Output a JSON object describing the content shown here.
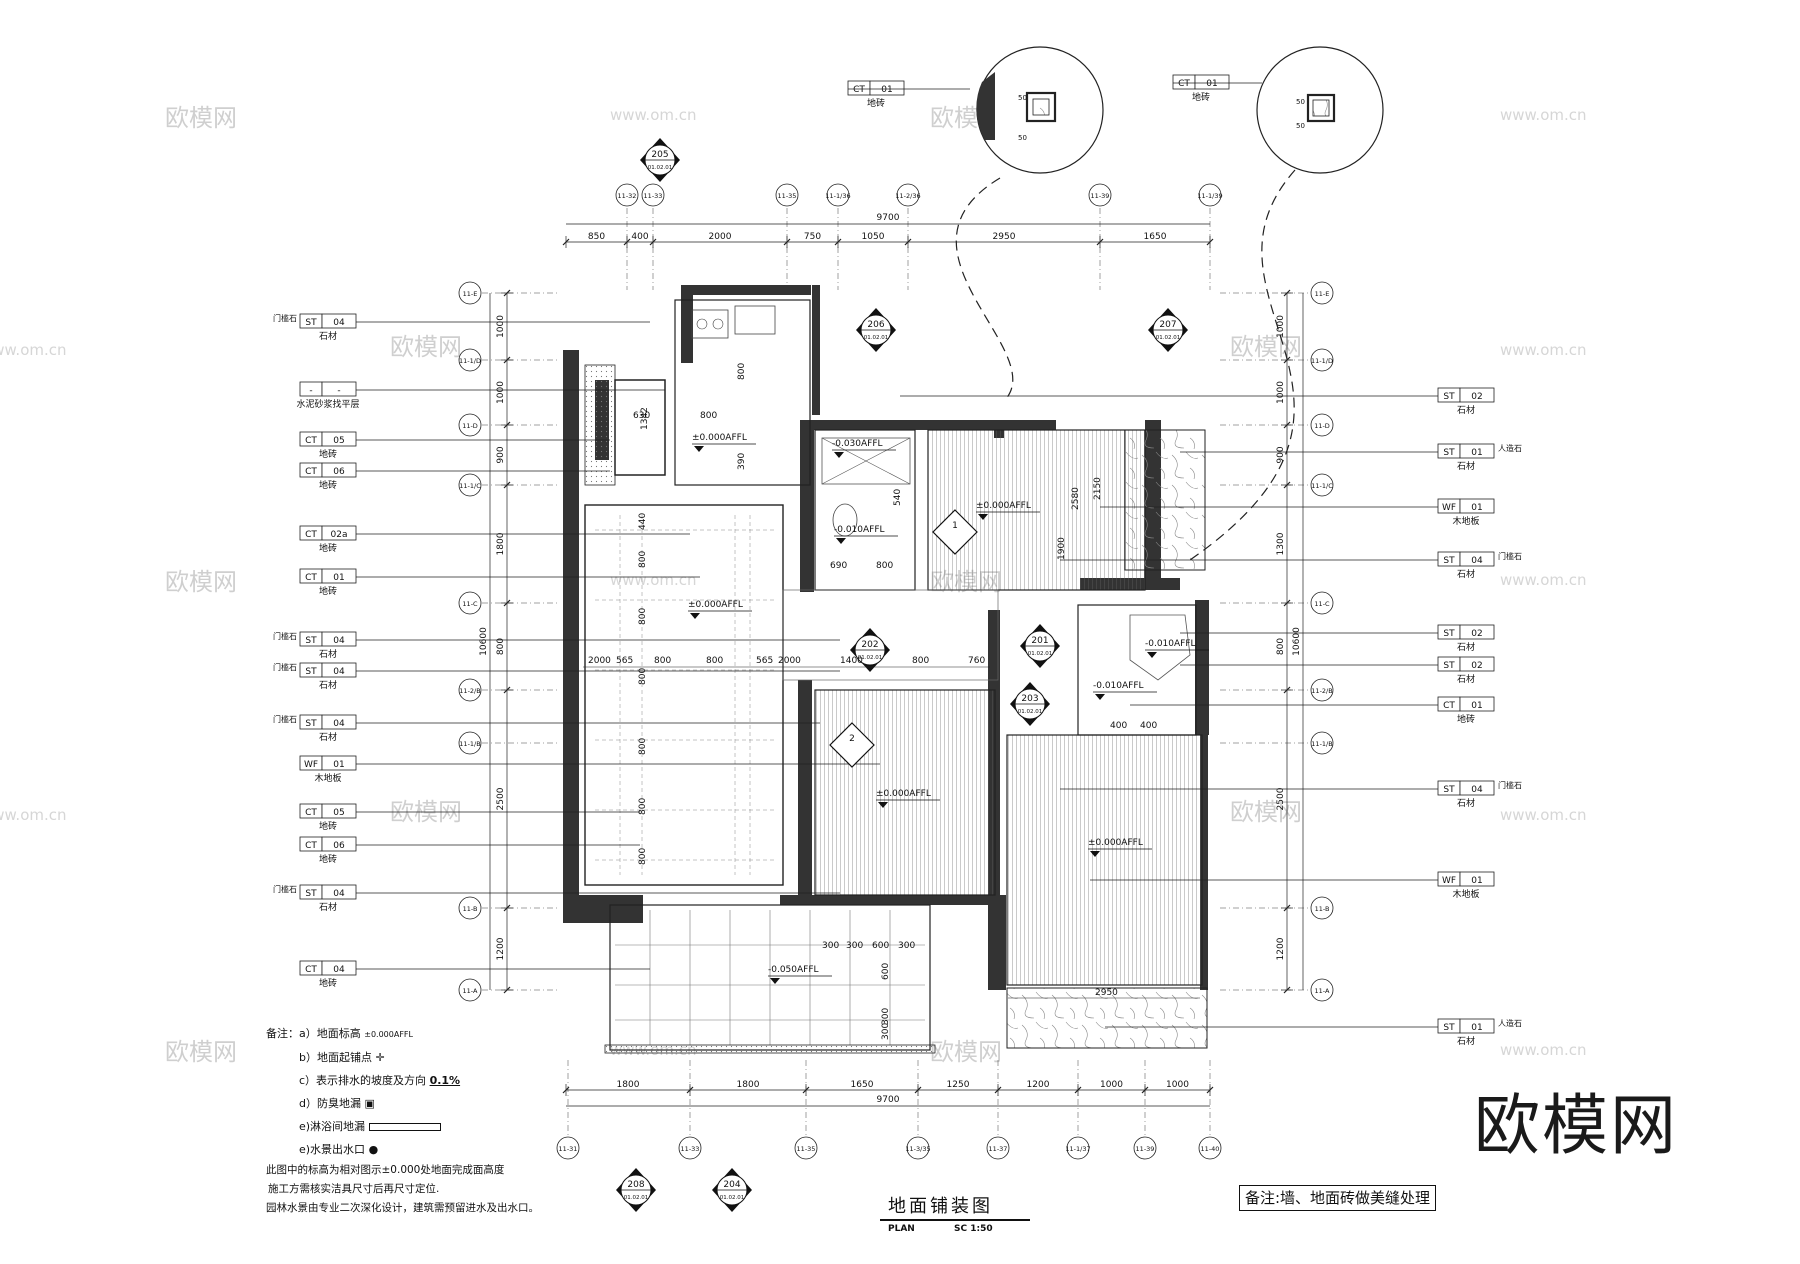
{
  "title": "地面铺装图",
  "plan_label": "PLAN",
  "scale_label": "SC 1:50",
  "brand": "欧模网",
  "watermark_text": "欧模网",
  "watermark_url": "www.om.cn",
  "remark": "备注:墙、地面砖做美缝处理",
  "notes": {
    "header": "备注：a）地面标高",
    "a_symbol": "±0.000AFFL",
    "b": "b）地面起铺点",
    "c": "c）表示排水的坡度及方向",
    "c_value": "0.1%",
    "d": "d）防臭地漏",
    "e1": "e)淋浴间地漏",
    "e2": "e)水景出水口",
    "p1": "此图中的标高为相对图示±0.000处地面完成面高度",
    "p2": "施工方需核实洁具尺寸后再尺寸定位.",
    "p3": "园林水景由专业二次深化设计，建筑需预留进水及出水口。"
  },
  "top_dims": [
    "850",
    "400",
    "2000",
    "750",
    "1050",
    "2950",
    "1650"
  ],
  "top_total": "9700",
  "bottom_dims": [
    "1800",
    "1800",
    "1650",
    "1250",
    "1200",
    "1000",
    "1000"
  ],
  "bottom_total": "9700",
  "top_axes": [
    "11-32",
    "11-33",
    "11-35",
    "11-1/36",
    "11-2/36",
    "11-39",
    "11-1/39"
  ],
  "bottom_axes": [
    "11-31",
    "11-33",
    "11-35",
    "11-3/35",
    "11-37",
    "11-1/37",
    "11-39",
    "11-40"
  ],
  "left_axes": [
    "11-E",
    "11-1/D",
    "11-D",
    "11-1/C",
    "11-C",
    "11-2/B",
    "11-1/B",
    "11-B",
    "11-A"
  ],
  "left_dims": [
    "1000",
    "1000",
    "900",
    "1800",
    "800",
    "2500",
    "1200"
  ],
  "left_total": "10600",
  "right_dims": [
    "1000",
    "1000",
    "900",
    "1300",
    "800",
    "2500",
    "1200"
  ],
  "right_total": "10600",
  "left_tags": [
    {
      "code": "ST",
      "num": "04",
      "label": "石材",
      "note": "门槛石"
    },
    {
      "code": "-",
      "num": "-",
      "label": "水泥砂浆找平层",
      "note": ""
    },
    {
      "code": "CT",
      "num": "05",
      "label": "地砖",
      "note": ""
    },
    {
      "code": "CT",
      "num": "06",
      "label": "地砖",
      "note": ""
    },
    {
      "code": "CT",
      "num": "02a",
      "label": "地砖",
      "note": ""
    },
    {
      "code": "CT",
      "num": "01",
      "label": "地砖",
      "note": ""
    },
    {
      "code": "ST",
      "num": "04",
      "label": "石材",
      "note": "门槛石"
    },
    {
      "code": "ST",
      "num": "04",
      "label": "石材",
      "note": "门槛石"
    },
    {
      "code": "ST",
      "num": "04",
      "label": "石材",
      "note": "门槛石"
    },
    {
      "code": "WF",
      "num": "01",
      "label": "木地板",
      "note": ""
    },
    {
      "code": "CT",
      "num": "05",
      "label": "地砖",
      "note": ""
    },
    {
      "code": "CT",
      "num": "06",
      "label": "地砖",
      "note": ""
    },
    {
      "code": "ST",
      "num": "04",
      "label": "石材",
      "note": "门槛石"
    },
    {
      "code": "CT",
      "num": "04",
      "label": "地砖",
      "note": ""
    }
  ],
  "right_tags": [
    {
      "code": "ST",
      "num": "02",
      "label": "石材",
      "note": ""
    },
    {
      "code": "ST",
      "num": "01",
      "label": "石材",
      "note": "人造石"
    },
    {
      "code": "WF",
      "num": "01",
      "label": "木地板",
      "note": ""
    },
    {
      "code": "ST",
      "num": "04",
      "label": "石材",
      "note": "门槛石"
    },
    {
      "code": "ST",
      "num": "02",
      "label": "石材",
      "note": ""
    },
    {
      "code": "ST",
      "num": "02",
      "label": "石材",
      "note": ""
    },
    {
      "code": "CT",
      "num": "01",
      "label": "地砖",
      "note": ""
    },
    {
      "code": "ST",
      "num": "04",
      "label": "石材",
      "note": "门槛石"
    },
    {
      "code": "WF",
      "num": "01",
      "label": "木地板",
      "note": ""
    },
    {
      "code": "ST",
      "num": "01",
      "label": "石材",
      "note": "人造石"
    }
  ],
  "detail_tags": [
    {
      "code": "CT",
      "num": "01",
      "label": "地砖"
    },
    {
      "code": "CT",
      "num": "01",
      "label": "地砖"
    }
  ],
  "elevations": [
    {
      "id": "e1",
      "text": "±0.000AFFL"
    },
    {
      "id": "e2",
      "text": "-0.030AFFL"
    },
    {
      "id": "e3",
      "text": "±0.000AFFL"
    },
    {
      "id": "e4",
      "text": "-0.010AFFL"
    },
    {
      "id": "e5",
      "text": "±0.000AFFL"
    },
    {
      "id": "e6",
      "text": "±0.000AFFL"
    },
    {
      "id": "e7",
      "text": "±0.000AFFL"
    },
    {
      "id": "e8",
      "text": "-0.010AFFL"
    },
    {
      "id": "e9",
      "text": "-0.010AFFL"
    },
    {
      "id": "e10",
      "text": "-0.050AFFL"
    }
  ],
  "section_markers": [
    {
      "num": "205",
      "ref": "01.02.01"
    },
    {
      "num": "206",
      "ref": "01.02.01"
    },
    {
      "num": "207",
      "ref": "01.02.01"
    },
    {
      "num": "208",
      "ref": "01.02.01"
    },
    {
      "num": "204",
      "ref": "01.02.01"
    },
    {
      "num": "202",
      "ref": "01.02.01"
    },
    {
      "num": "201",
      "ref": "01.02.01"
    },
    {
      "num": "203",
      "ref": "01.02.01"
    }
  ],
  "inner_dims": {
    "row_living": [
      "2000",
      "565",
      "800",
      "800",
      "565",
      "2000",
      "1400",
      "800",
      "760"
    ],
    "col_living": [
      "440",
      "800",
      "800",
      "800",
      "800",
      "800",
      "800"
    ],
    "kitchen": [
      "630",
      "800",
      "1342",
      "800",
      "390"
    ],
    "bath1": [
      "690",
      "800",
      "540"
    ],
    "bath2": [
      "400",
      "400"
    ],
    "balcony": [
      "300",
      "300",
      "600",
      "300",
      "600",
      "300",
      "300"
    ],
    "bedroom": [
      "2580",
      "2150",
      "1900"
    ],
    "bottom_room": "2950",
    "detail": [
      "50",
      "50",
      "50",
      "50"
    ]
  },
  "flooring_markers": [
    "1",
    "2"
  ]
}
